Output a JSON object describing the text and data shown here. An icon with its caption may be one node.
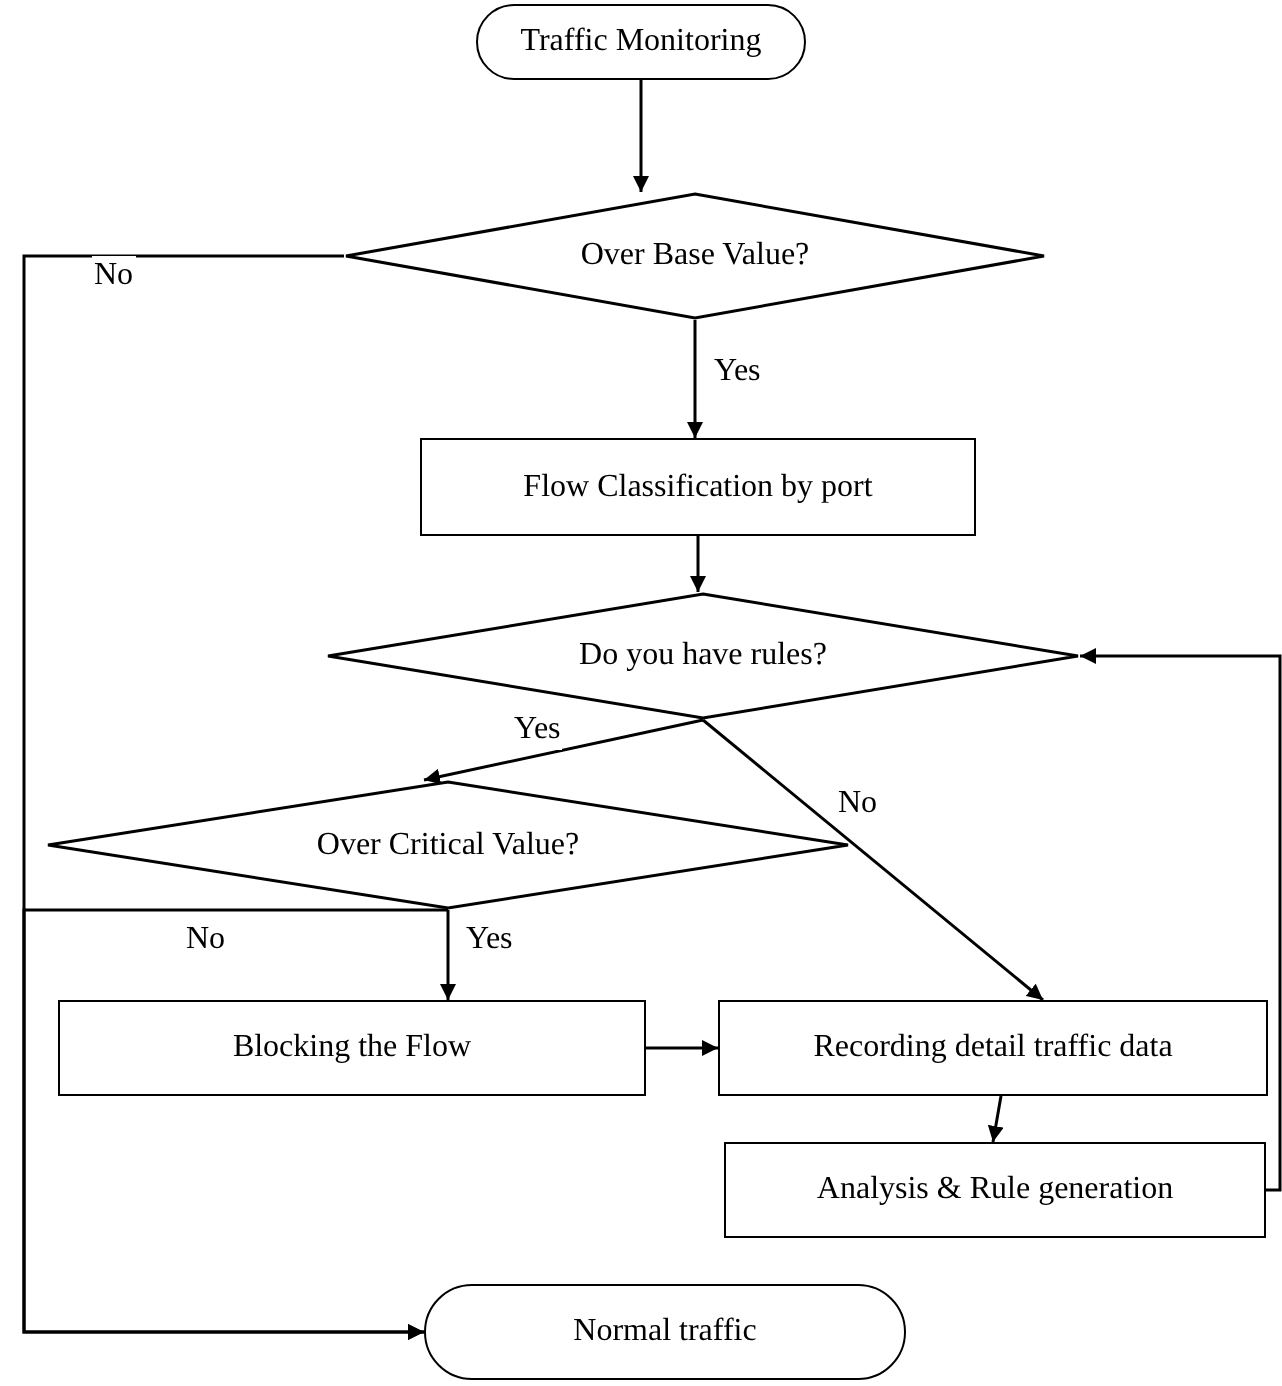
{
  "diagram": {
    "nodes": [
      {
        "text": [
          "Traffic Monitoring"
        ]
      },
      {
        "text": [
          "Over Base Value?"
        ]
      },
      {
        "text": [
          "Flow Classification by port"
        ]
      },
      {
        "text": [
          "Do you have rules?"
        ]
      },
      {
        "text": [
          "Over Critical Value?"
        ]
      },
      {
        "text": [
          "Blocking the Flow"
        ]
      },
      {
        "text": [
          "Recording detail traffic data"
        ]
      },
      {
        "text": [
          "Analysis & Rule generation"
        ]
      },
      {
        "text": [
          "Normal traffic"
        ]
      }
    ],
    "edges": [
      {
        "from": 0,
        "to": 1,
        "arrow": "to"
      },
      {
        "from": 1,
        "to": 8,
        "arrow": "to",
        "label": "No"
      },
      {
        "from": 1,
        "to": 2,
        "arrow": "to",
        "label": "Yes"
      },
      {
        "from": 2,
        "to": 3,
        "arrow": "to"
      },
      {
        "from": 3,
        "to": 4,
        "arrow": "to",
        "label": "Yes"
      },
      {
        "from": 3,
        "to": 6,
        "arrow": "to",
        "label": "No"
      },
      {
        "from": 4,
        "to": 8,
        "arrow": "to",
        "label": "No"
      },
      {
        "from": 4,
        "to": 5,
        "arrow": "to",
        "label": "Yes"
      },
      {
        "from": 5,
        "to": 6,
        "arrow": "to"
      },
      {
        "from": 6,
        "to": 7,
        "arrow": "to"
      },
      {
        "from": 7,
        "to": 3,
        "arrow": "to"
      }
    ]
  }
}
